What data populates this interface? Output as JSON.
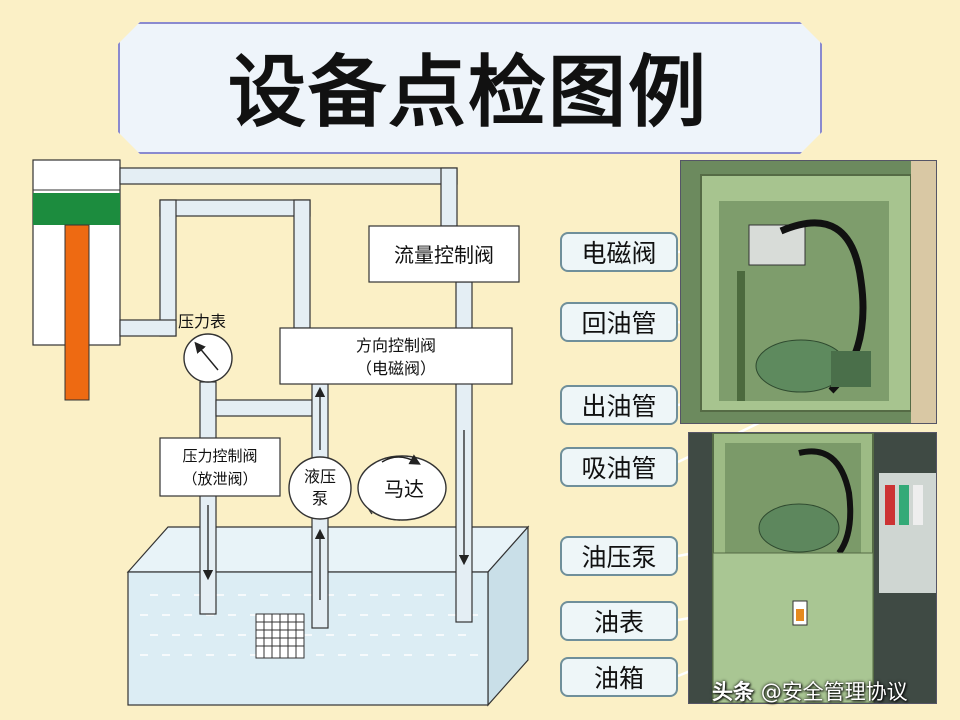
{
  "title": "设备点检图例",
  "diagram": {
    "flow_control_valve": "流量控制阀",
    "pressure_gauge": "压力表",
    "direction_valve_line1": "方向控制阀",
    "direction_valve_line2": "（电磁阀）",
    "pressure_valve_line1": "压力控制阀",
    "pressure_valve_line2": "（放泄阀）",
    "pump_line1": "液压",
    "pump_line2": "泵",
    "motor": "马达"
  },
  "photo_labels": [
    "电磁阀",
    "回油管",
    "出油管",
    "吸油管",
    "油压泵",
    "油表",
    "油箱"
  ],
  "watermark": {
    "head": "头条",
    "text": "@安全管理协议"
  },
  "colors": {
    "background": "#fbf0c6",
    "piston": "#ee6a12",
    "cylinder_band": "#1c8c3e",
    "pipe": "#e4eef4",
    "tank": "#d9ecf3",
    "machine_green": "#8fb870"
  }
}
